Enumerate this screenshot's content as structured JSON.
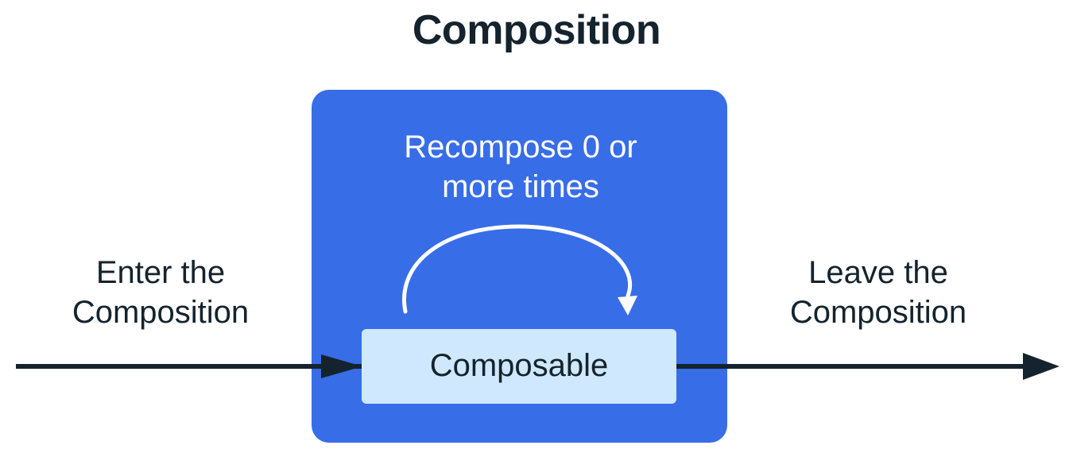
{
  "title": "Composition",
  "enter": {
    "line1": "Enter the",
    "line2": "Composition"
  },
  "leave": {
    "line1": "Leave the",
    "line2": "Composition"
  },
  "recompose": {
    "line1": "Recompose 0 or",
    "line2": "more times"
  },
  "composable": {
    "label": "Composable"
  },
  "colors": {
    "composition_box": "#386de8",
    "composable_box": "#cfe8fd",
    "arrow": "#14232d",
    "recompose_arrow": "#ffffff"
  }
}
